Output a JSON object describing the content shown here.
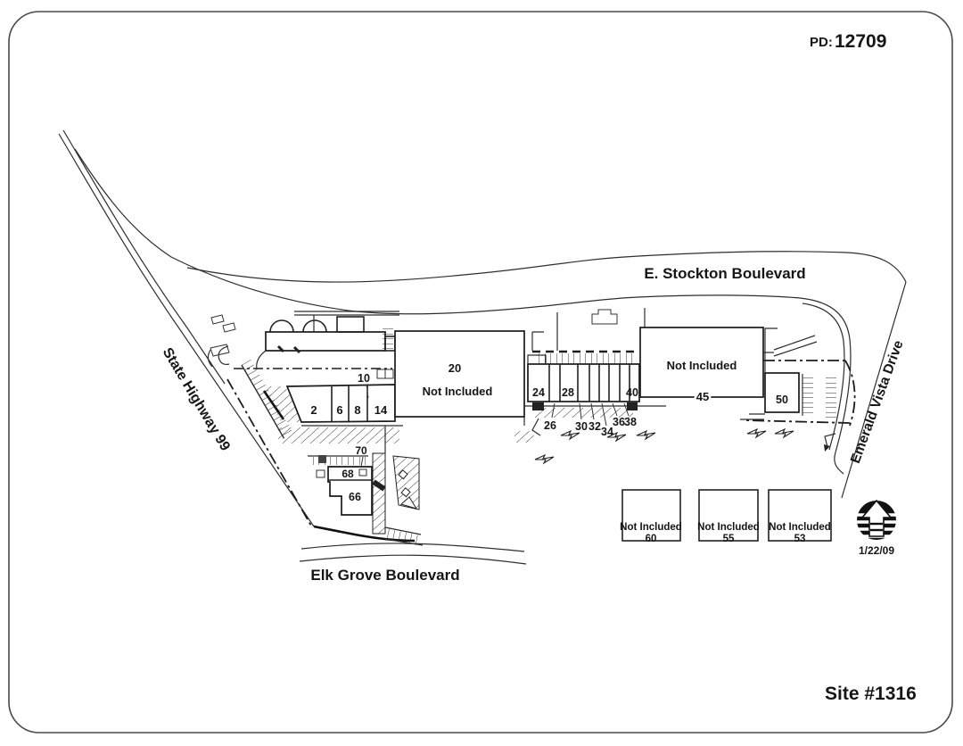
{
  "page": {
    "pd_label": "PD:",
    "pd_number": "12709",
    "site_label": "Site #1316",
    "revision_date": "1/22/09"
  },
  "roads": {
    "stockton": "E. Stockton Boulevard",
    "highway": "State Highway 99",
    "elk_grove": "Elk Grove Boulevard",
    "emerald": "Emerald Vista Drive"
  },
  "buildings": {
    "west_strip": {
      "units": [
        "2",
        "6",
        "8",
        "14"
      ],
      "pad": "10"
    },
    "major_20": {
      "number": "20",
      "status": "Not Included"
    },
    "center_strip": {
      "units": [
        "24",
        "28",
        "40"
      ],
      "callouts": [
        "26",
        "30",
        "32",
        "34",
        "36",
        "38"
      ]
    },
    "major_45": {
      "number": "45",
      "status": "Not Included"
    },
    "shop_50": {
      "number": "50"
    },
    "south_building": {
      "upper": "68",
      "lower": "66",
      "callout": "70"
    }
  },
  "outparcels": [
    {
      "status": "Not Included",
      "number": "60"
    },
    {
      "status": "Not Included",
      "number": "55"
    },
    {
      "status": "Not Included",
      "number": "53"
    }
  ]
}
